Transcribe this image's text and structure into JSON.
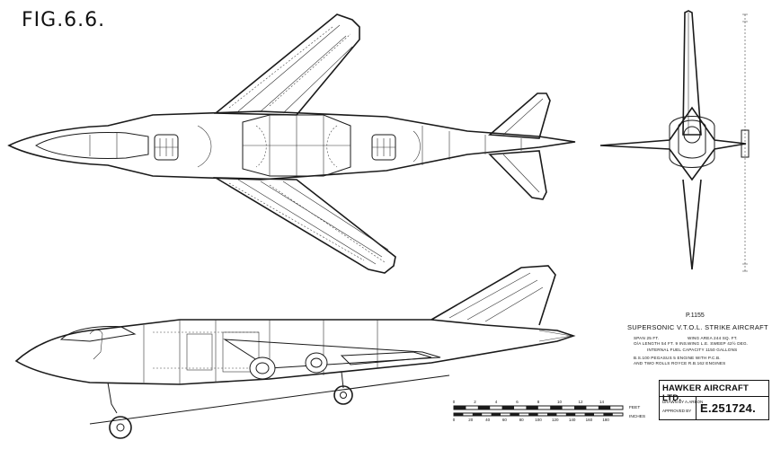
{
  "figure_label": "FIG.6.6.",
  "drawing": {
    "project_code": "P.1155",
    "title": "SUPERSONIC  V.T.O.L.  STRIKE  AIRCRAFT",
    "specs": {
      "span": "SPAN                25 FT.",
      "wing_area": "WING AREA      244 SQ. FT.",
      "length": "O/A LENGTH 54 FT. 9 INS.",
      "sweep": "WING L.E. SWEEP 42½ DEG.",
      "fuel": "INTERNAL FUEL CAPACITY 1150 GALLONS",
      "engine_line_1": "B.S.100 PEGASUS 5  ENGINE WITH P.C.B.",
      "engine_line_2": "AND TWO ROLLS ROYCE  R.B.162 ENGINES"
    }
  },
  "title_block": {
    "company": "HAWKER AIRCRAFT  LTD.",
    "drawn_by": "DRAWN BY  A.ARBON",
    "approved_by": "APPROVED BY",
    "drawing_number": "E.251724."
  },
  "scale_bar": {
    "feet_label": "FEET",
    "inches_label": "INCHES",
    "feet_ticks": [
      "0",
      "2",
      "4",
      "6",
      "8",
      "10",
      "12",
      "14"
    ],
    "inches_ticks": [
      "0",
      "20",
      "40",
      "60",
      "80",
      "100",
      "120",
      "140",
      "160",
      "180"
    ]
  },
  "colors": {
    "ink": "#1a1a1a",
    "paper": "#ffffff"
  }
}
